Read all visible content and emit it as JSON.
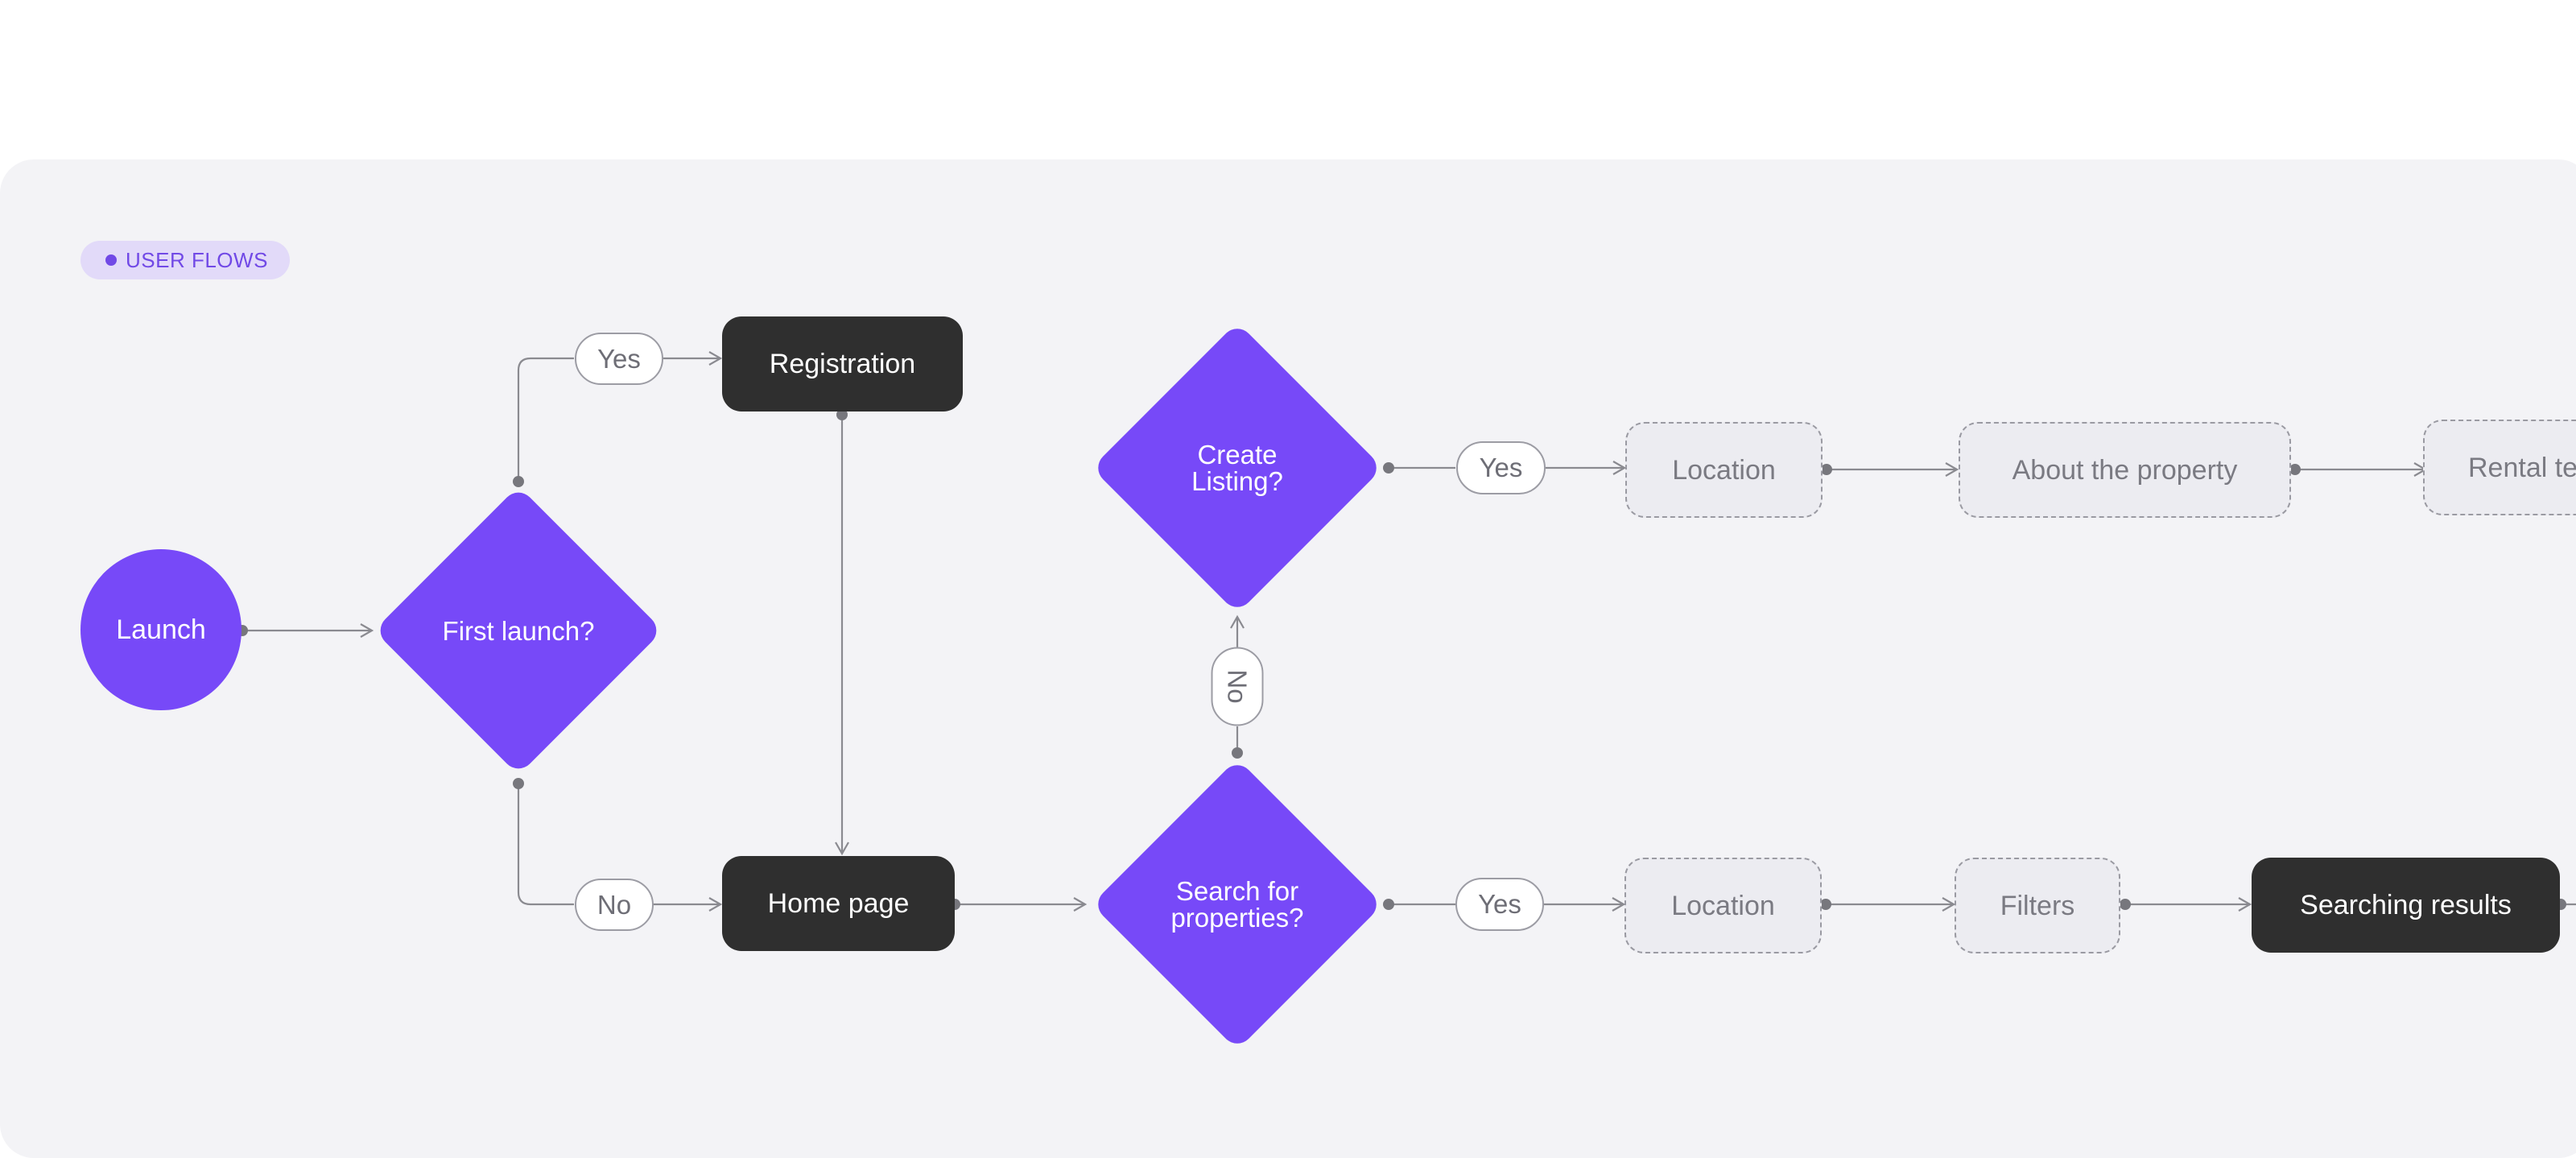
{
  "section_tag": {
    "label": "USER FLOWS",
    "color": "#7149e6"
  },
  "colors": {
    "decision": "#7749f8",
    "process": "#2f2f2f",
    "pending": "#ececf1",
    "connector": "#8a8a90",
    "panel": "#f3f3f6"
  },
  "nodes": {
    "launch": {
      "label": "Launch",
      "shape": "circle"
    },
    "first_launch": {
      "label": "First launch?",
      "shape": "diamond"
    },
    "registration": {
      "label": "Registration",
      "shape": "rounded-rect"
    },
    "home_page": {
      "label": "Home page",
      "shape": "rounded-rect"
    },
    "create_listing": {
      "label": "Create\nListing?",
      "shape": "diamond"
    },
    "search_properties": {
      "label": "Search for\nproperties?",
      "shape": "diamond"
    },
    "listing_location": {
      "label": "Location",
      "shape": "dashed-rect"
    },
    "about_property": {
      "label": "About the property",
      "shape": "dashed-rect"
    },
    "rental_terms": {
      "label": "Rental te",
      "shape": "dashed-rect"
    },
    "search_location": {
      "label": "Location",
      "shape": "dashed-rect"
    },
    "filters": {
      "label": "Filters",
      "shape": "dashed-rect"
    },
    "searching_results": {
      "label": "Searching results",
      "shape": "rounded-rect"
    }
  },
  "edge_labels": {
    "first_launch_yes": "Yes",
    "first_launch_no": "No",
    "create_listing_yes": "Yes",
    "search_no": "No",
    "search_yes": "Yes"
  }
}
